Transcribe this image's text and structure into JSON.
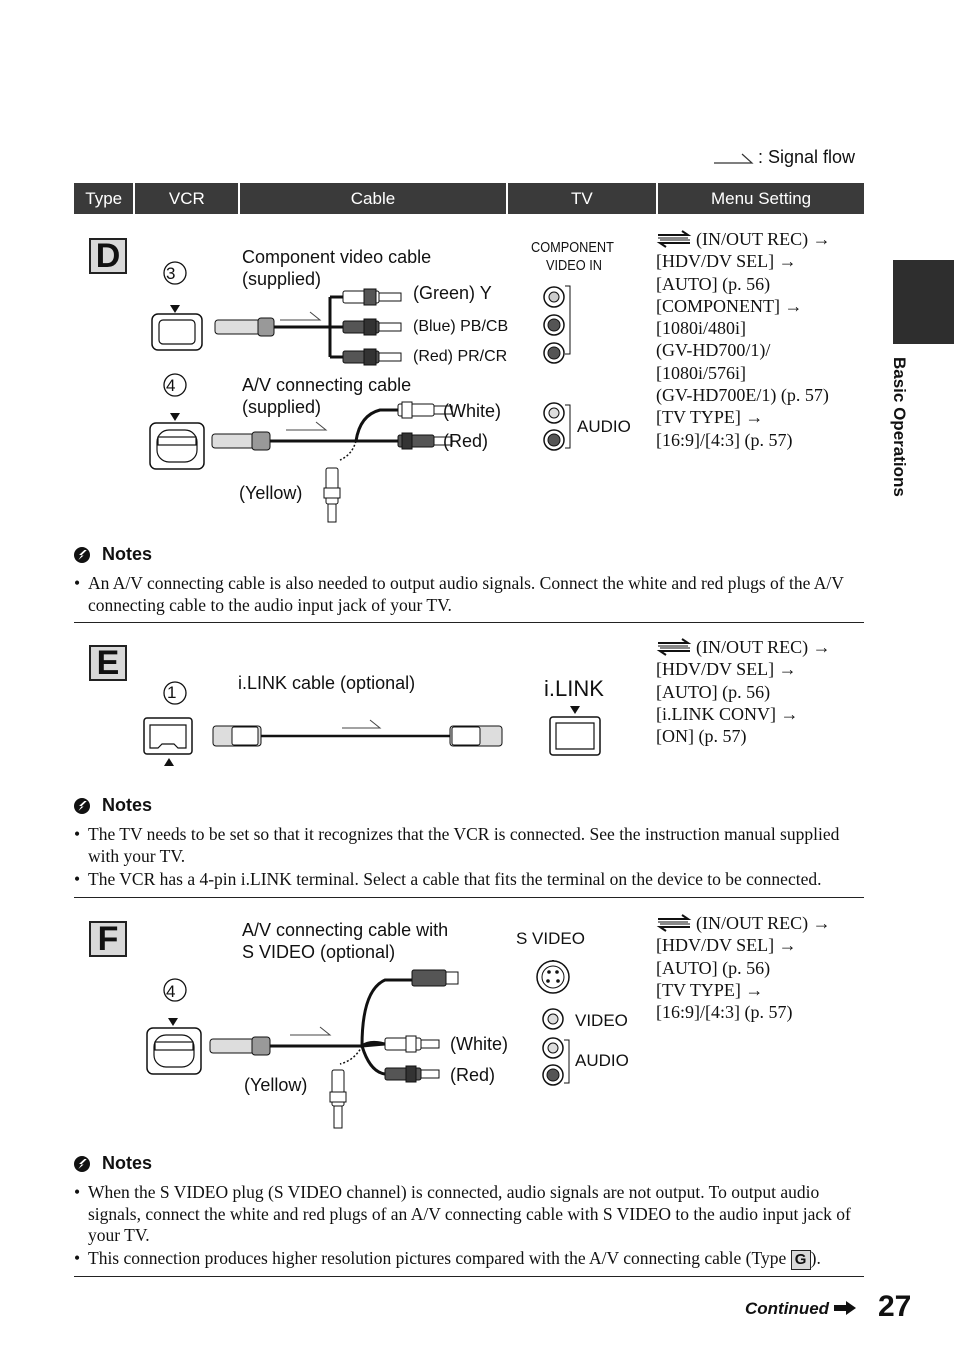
{
  "signal_flow": ": Signal flow",
  "table_header": [
    "Type",
    "VCR",
    "Cable",
    "TV",
    "Menu Setting"
  ],
  "section_d": {
    "letter": "D",
    "step3": "3",
    "step4": "4",
    "cable1": [
      "Component video cable",
      "(supplied)"
    ],
    "green": "(Green) Y",
    "blue": "(Blue) PB/CB",
    "red_pr": "(Red) PR/CR",
    "cable2": [
      "A/V connecting cable",
      "(supplied)"
    ],
    "white": "(White)",
    "red": "(Red)",
    "yellow": "(Yellow)",
    "tv_label": [
      "COMPONENT",
      "VIDEO IN"
    ],
    "audio": "AUDIO",
    "menu": [
      "(IN/OUT REC) →",
      "[HDV/DV SEL] →",
      "[AUTO] (p. 56)",
      "[COMPONENT] →",
      "[1080i/480i]",
      "(GV-HD700/1)/",
      "[1080i/576i]",
      "(GV-HD700E/1) (p. 57)",
      "[TV TYPE] →",
      "[16:9]/[4:3] (p. 57)"
    ]
  },
  "notes_d": {
    "heading": "Notes",
    "items": [
      "An A/V connecting cable is also needed to output audio signals. Connect the white and red plugs of the A/V connecting cable to the audio input jack of your TV."
    ]
  },
  "section_e": {
    "letter": "E",
    "step1": "1",
    "cable": "i.LINK cable (optional)",
    "tv_label": "i.LINK",
    "menu": [
      "(IN/OUT REC) →",
      "[HDV/DV SEL] →",
      "[AUTO] (p. 56)",
      "[i.LINK CONV] →",
      "[ON] (p. 57)"
    ]
  },
  "notes_e": {
    "heading": "Notes",
    "items": [
      "The TV needs to be set so that it recognizes that the VCR is connected. See the instruction manual supplied with your TV.",
      "The VCR has a 4-pin i.LINK terminal. Select a cable that fits the terminal on the device to be connected."
    ]
  },
  "section_f": {
    "letter": "F",
    "step4": "4",
    "cable": [
      "A/V connecting cable with",
      "S VIDEO (optional)"
    ],
    "white": "(White)",
    "red": "(Red)",
    "yellow": "(Yellow)",
    "svideo": "S VIDEO",
    "video": "VIDEO",
    "audio": "AUDIO",
    "menu": [
      "(IN/OUT REC) →",
      "[HDV/DV SEL] →",
      "[AUTO] (p. 56)",
      "[TV TYPE] →",
      "[16:9]/[4:3] (p. 57)"
    ]
  },
  "notes_f": {
    "heading": "Notes",
    "items": [
      "When the S VIDEO plug (S VIDEO channel) is connected, audio signals are not output. To output audio signals, connect the white and red plugs of an A/V connecting cable with S VIDEO to the audio input jack of your TV.",
      "This connection produces higher resolution pictures compared with the A/V connecting cable (Type"
    ],
    "type_ref": "G",
    "tail": ")."
  },
  "side_tab": "Basic Operations",
  "footer": {
    "continued": "Continued",
    "page": "27"
  }
}
